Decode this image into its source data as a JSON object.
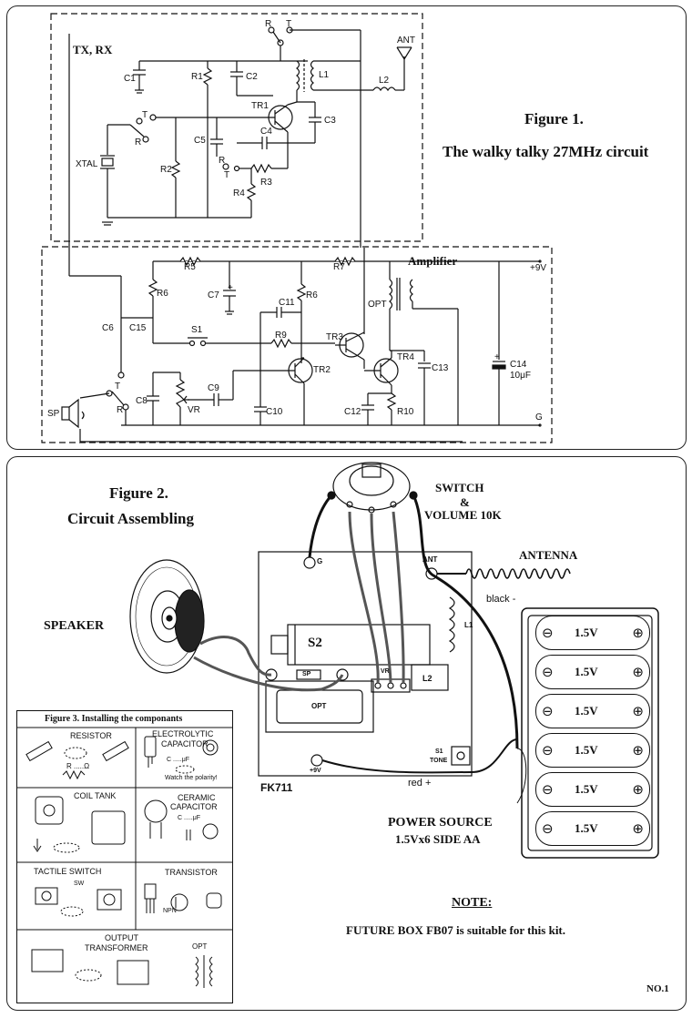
{
  "figure1": {
    "title_line1": "Figure 1.",
    "title_line2": "The walky talky 27MHz circuit",
    "section_txrx": "TX, RX",
    "section_amp": "Amplifier",
    "labels": {
      "C1": "C1",
      "R1": "R1",
      "C2": "C2",
      "L1": "L1",
      "ANT": "ANT",
      "L2": "L2",
      "TR1": "TR1",
      "C3": "C3",
      "C4": "C4",
      "C5": "C5",
      "R2": "R2",
      "R3": "R3",
      "R4": "R4",
      "XTAL": "XTAL",
      "R5": "R5",
      "R7": "R7",
      "R6a": "R6",
      "R6b": "R6",
      "C7": "C7",
      "C11": "C11",
      "OPT": "OPT",
      "C6": "C6",
      "C15": "C15",
      "S1": "S1",
      "R9": "R9",
      "TR3": "TR3",
      "TR4": "TR4",
      "TR2": "TR2",
      "C13": "C13",
      "C14": "C14",
      "C14v": "10μF",
      "C8": "C8",
      "C9": "C9",
      "VR": "VR",
      "C10": "C10",
      "C12": "C12",
      "R10": "R10",
      "SP": "SP",
      "plus9": "+9V",
      "G": "G",
      "R": "R",
      "T": "T"
    }
  },
  "figure2": {
    "title_line1": "Figure 2.",
    "title_line2": "Circuit Assembling",
    "speaker": "SPEAKER",
    "switch_line1": "SWITCH",
    "switch_line2": "&",
    "switch_line3": "VOLUME 10K",
    "antenna": "ANTENNA",
    "board_s2": "S2",
    "board_name": "FK711",
    "pad_g": "G",
    "pad_ant": "ANT",
    "pad_sp": "SP",
    "pad_vr": "VR",
    "pad_l1": "L1",
    "pad_l2": "L2",
    "pad_opt": "OPT",
    "pad_s1": "S1",
    "pad_tone": "TONE",
    "pad_9v": "+9V",
    "black_wire": "black -",
    "red_wire": "red +",
    "power_line1": "POWER SOURCE",
    "power_line2": "1.5Vx6 SIDE AA",
    "cells": [
      "1.5V",
      "1.5V",
      "1.5V",
      "1.5V",
      "1.5V",
      "1.5V"
    ],
    "note_title": "NOTE:",
    "note_text": "FUTURE BOX FB07 is suitable for this kit.",
    "page_no": "NO.1"
  },
  "figure3": {
    "title": "Figure 3. Installing the componants",
    "resistor": "RESISTOR",
    "resistor_sym": "R .....Ω",
    "electrolytic_1": "ELECTROLYTIC",
    "electrolytic_2": "CAPACITOR",
    "elec_sym": "C .....μF",
    "polarity": "Watch the polarity!",
    "coil": "COIL TANK",
    "ceramic_1": "CERAMIC",
    "ceramic_2": "CAPACITOR",
    "ceramic_sym": "C .....μF",
    "tactile": "TACTILE SWITCH",
    "sw": "SW",
    "transistor": "TRANSISTOR",
    "npn": "NPN",
    "output_1": "OUTPUT",
    "output_2": "TRANSFORMER",
    "opt": "OPT"
  }
}
